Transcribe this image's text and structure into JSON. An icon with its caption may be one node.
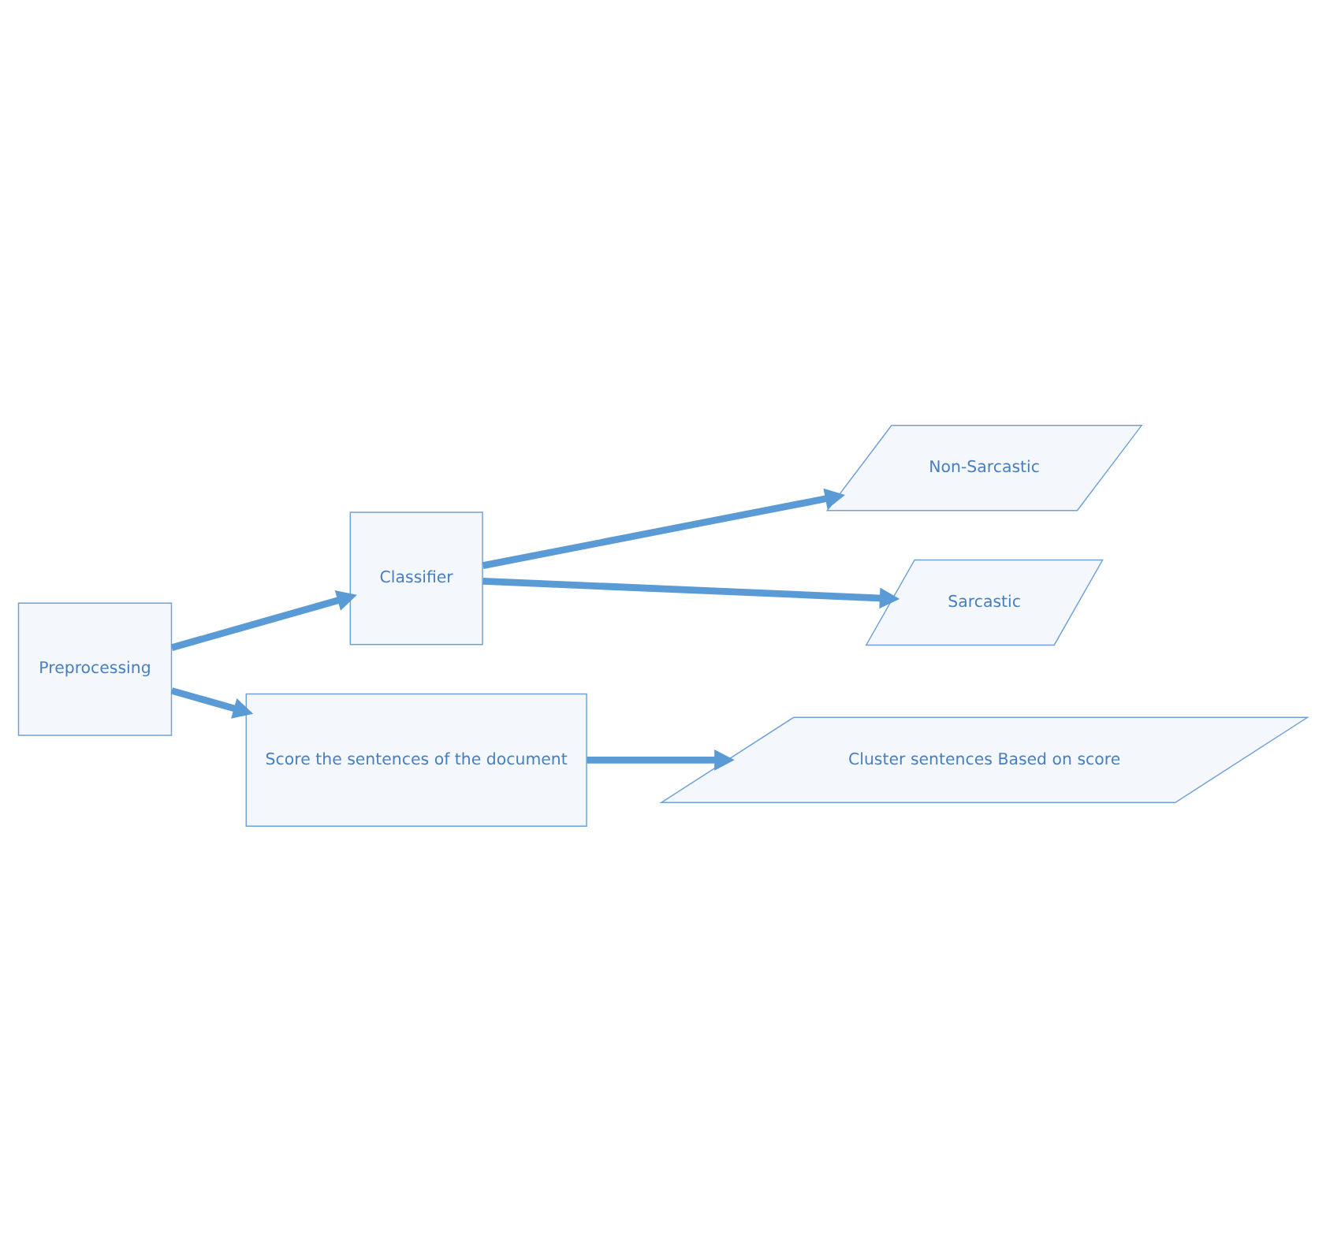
{
  "diagram": {
    "nodes": [
      {
        "text": [
          "Preprocessing"
        ]
      },
      {
        "text": [
          "Classifier"
        ]
      },
      {
        "text": [
          "Non-Sarcastic"
        ]
      },
      {
        "text": [
          "Sarcastic"
        ]
      },
      {
        "text": [
          "Score the sentences of the document"
        ]
      },
      {
        "text": [
          "Cluster sentences Based on score"
        ]
      }
    ],
    "edges": [
      {
        "from": 0,
        "to": 1,
        "arrow": "to"
      },
      {
        "from": 1,
        "to": 2,
        "arrow": "to"
      },
      {
        "from": 1,
        "to": 3,
        "arrow": "to"
      },
      {
        "from": 0,
        "to": 4,
        "arrow": "to"
      },
      {
        "from": 4,
        "to": 5,
        "arrow": "to"
      }
    ]
  }
}
